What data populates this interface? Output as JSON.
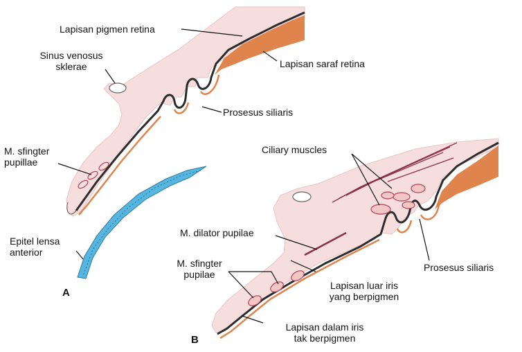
{
  "labels": {
    "lapisan_pigmen_retina": "Lapisan pigmen retina",
    "sinus_line1": "Sinus venosus",
    "sinus_line2": "sklerae",
    "lapisan_saraf_retina": "Lapisan saraf retina",
    "prosesus_siliaris_a": "Prosesus siliaris",
    "sfingter_a_line1": "M. sfingter",
    "sfingter_a_line2": "pupillae",
    "epitel_line1": "Epitel lensa",
    "epitel_line2": "anterior",
    "ciliary_muscles": "Ciliary muscles",
    "dilator": "M. dilator pupilae",
    "sfingter_b_line1": "M. sfingter",
    "sfingter_b_line2": "pupilae",
    "prosesus_siliaris_b": "Prosesus siliaris",
    "luar_line1": "Lapisan luar iris",
    "luar_line2": "yang berpigmen",
    "dalam_line1": "Lapisan dalam iris",
    "dalam_line2": "tak berpigmen",
    "panel_a": "A",
    "panel_b": "B"
  },
  "colors": {
    "tissue_pink": "#f7dede",
    "neural_orange": "#e0844e",
    "pigment_dark": "#2c2c2c",
    "lens_blue": "#56b6e0",
    "muscle_red": "#b0405a",
    "leader": "#111111"
  }
}
